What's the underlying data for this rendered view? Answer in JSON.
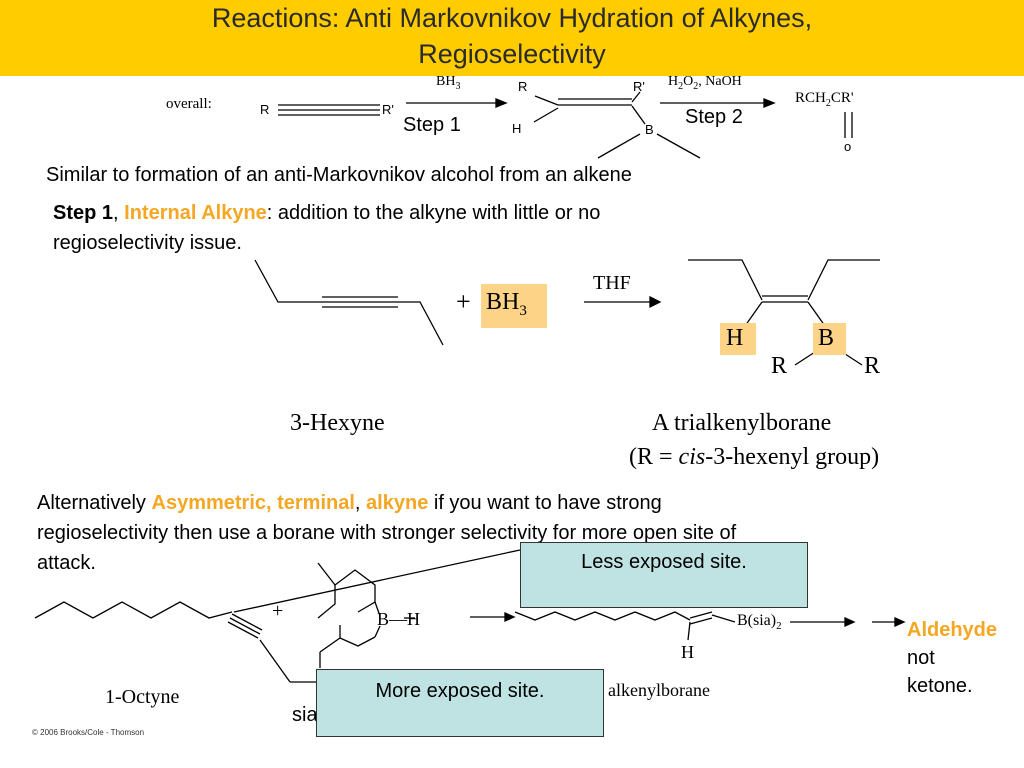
{
  "header": {
    "title_line1": "Reactions: Anti Markovnikov Hydration of Alkynes,",
    "title_line2": "Regioselectivity",
    "bg_color": "#FFCC00"
  },
  "overall": {
    "label": "overall:",
    "r": "R",
    "r_prime": "R'",
    "reagent1": "BH",
    "reagent1_sub": "3",
    "step1": "Step 1",
    "int_r": "R",
    "int_r_prime": "R'",
    "int_h": "H",
    "int_b": "B",
    "reagent2_h": "H",
    "reagent2_o": "O",
    "reagent2_rest": ", NaOH",
    "sub2": "2",
    "step2": "Step 2",
    "product_a": "RCH",
    "product_sub": "2",
    "product_b": "CR'",
    "product_o": "o"
  },
  "text": {
    "similar": "Similar to formation of an anti-Markovnikov alcohol from an alkene",
    "step1_bold": "Step 1",
    "step1_comma": ", ",
    "internal_alkyne": "Internal Alkyne",
    "step1_rest": ": addition to the alkyne with little or no",
    "step1_line2": "regioselectivity issue."
  },
  "hexyne": {
    "plus": "+",
    "bh": "BH",
    "bh_sub": "3",
    "thf": "THF",
    "h": "H",
    "b": "B",
    "r_left": "R",
    "r_right": "R",
    "name": "3-Hexyne",
    "product_name": "A trialkenylborane",
    "product_note_a": "(R = ",
    "product_note_cis": "cis",
    "product_note_b": "-3-hexenyl group)"
  },
  "alternative": {
    "lead": "Alternatively ",
    "asym": "Asymmetric, terminal",
    "comma": ", ",
    "alkyne": "alkyne",
    "rest1": " if you want to have strong",
    "line2": "regioselectivity then use  a borane with stronger selectivity for more open site of",
    "line3": "attack."
  },
  "octyne": {
    "plus": "+",
    "bh": "B—H",
    "bsia": "B(sia)",
    "bsia_sub": "2",
    "h": "H",
    "name": "1-Octyne",
    "sia": "sia",
    "alkenylborane": "alkenylborane",
    "aldehyde": "Aldehyde",
    "not": "not",
    "ketone": "ketone."
  },
  "callouts": {
    "less": "Less exposed site.",
    "more": "More exposed site.",
    "fill": "#BFE3E3"
  },
  "copyright": "© 2006 Brooks/Cole - Thomson"
}
